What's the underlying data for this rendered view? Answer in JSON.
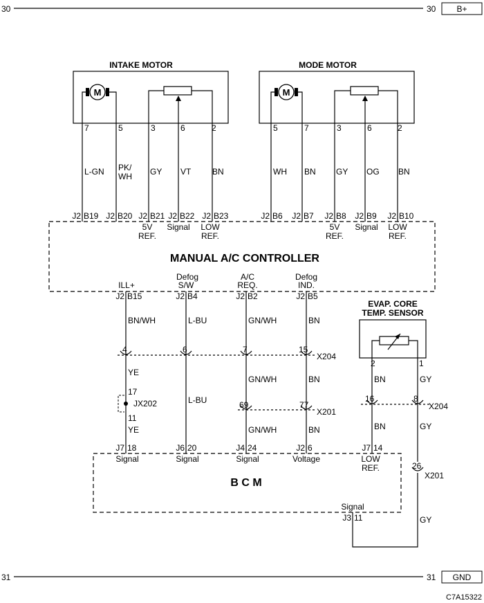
{
  "rails": {
    "top_number_left": "30",
    "top_number_right": "30",
    "top_label": "B+",
    "bottom_number_left": "31",
    "bottom_number_right": "31",
    "bottom_label": "GND"
  },
  "figure_code": "C7A15322",
  "intake_motor": {
    "title": "INTAKE MOTOR",
    "motor_symbol": "M",
    "pins": [
      "7",
      "5",
      "3",
      "6",
      "2"
    ],
    "wire_colors": [
      "L-GN",
      "PK/",
      "WH",
      "GY",
      "VT",
      "BN"
    ],
    "connectors": [
      "J2",
      "B19",
      "J2",
      "B20",
      "J2",
      "B21",
      "J2",
      "B22",
      "J2",
      "B23"
    ],
    "pin_labels": [
      "5V",
      "REF.",
      "Signal",
      "LOW",
      "REF."
    ]
  },
  "mode_motor": {
    "title": "MODE MOTOR",
    "motor_symbol": "M",
    "pins": [
      "5",
      "7",
      "3",
      "6",
      "2"
    ],
    "wire_colors": [
      "WH",
      "BN",
      "GY",
      "OG",
      "BN"
    ],
    "connectors": [
      "J2",
      "B6",
      "J2",
      "B7",
      "J2",
      "B8",
      "J2",
      "B9",
      "J2",
      "B10"
    ],
    "pin_labels": [
      "5V",
      "REF.",
      "Signal",
      "LOW",
      "REF."
    ]
  },
  "controller": {
    "title": "MANUAL A/C CONTROLLER",
    "bottom_labels": [
      "ILL+",
      "Defog",
      "S/W",
      "A/C",
      "REQ.",
      "Defog",
      "IND."
    ],
    "bottom_connectors": [
      "J2",
      "B15",
      "J2",
      "B4",
      "J2",
      "B2",
      "J2",
      "B5"
    ]
  },
  "lower_wires": {
    "colors": [
      "BN/WH",
      "L-BU",
      "GN/WH",
      "BN",
      "YE",
      "L-BU",
      "GN/WH",
      "BN",
      "YE",
      "GN/WH",
      "BN"
    ],
    "x204_pins": [
      "4",
      "6",
      "7",
      "15"
    ],
    "x204_label": "X204",
    "jx202_pins": [
      "17",
      "11"
    ],
    "jx202_label": "JX202",
    "x201_pins": [
      "69",
      "77"
    ],
    "x201_label": "X201"
  },
  "evap_sensor": {
    "title_line1": "EVAP. CORE",
    "title_line2": "TEMP. SENSOR",
    "pins": [
      "2",
      "1"
    ],
    "wire_colors": [
      "BN",
      "GY",
      "BN",
      "GY",
      "GY"
    ],
    "x204_pins": [
      "16",
      "8"
    ],
    "x204_label": "X204",
    "x201_pin": "26",
    "x201_label": "X201"
  },
  "bcm": {
    "title": "B C M",
    "connectors": [
      "J7",
      "18",
      "J6",
      "20",
      "J4",
      "24",
      "J2",
      "6",
      "J7",
      "14",
      "J3",
      "11"
    ],
    "pin_labels": [
      "Signal",
      "Signal",
      "Signal",
      "Voltage",
      "LOW",
      "REF.",
      "Signal"
    ]
  }
}
